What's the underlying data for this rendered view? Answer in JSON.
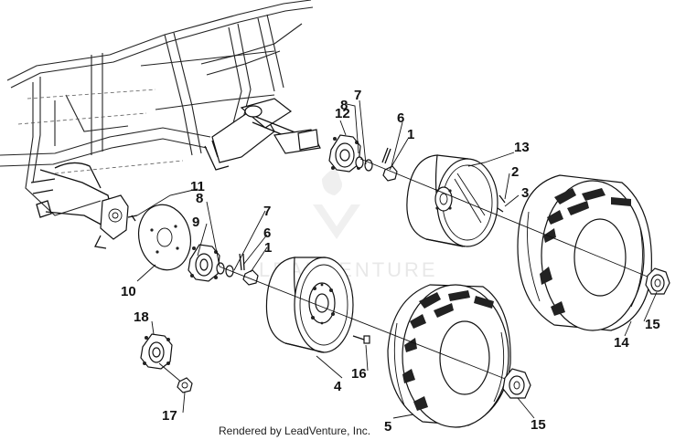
{
  "diagram": {
    "part_numbers": [
      "1",
      "2",
      "3",
      "4",
      "5",
      "6",
      "7",
      "8",
      "9",
      "10",
      "11",
      "12",
      "13",
      "14",
      "15",
      "16",
      "17",
      "18"
    ],
    "callouts": {
      "c1_upper": "1",
      "c1_lower": "1",
      "c2": "2",
      "c3": "3",
      "c4": "4",
      "c5": "5",
      "c6_upper": "6",
      "c6_lower": "6",
      "c7_upper": "7",
      "c7_lower": "7",
      "c8_upper": "8",
      "c8_lower": "8",
      "c9": "9",
      "c10": "10",
      "c11": "11",
      "c12": "12",
      "c13": "13",
      "c14": "14",
      "c15_right": "15",
      "c15_bottom": "15",
      "c16": "16",
      "c17": "17",
      "c18": "18"
    },
    "credit": "Rendered by LeadVenture, Inc.",
    "watermark": "LEADVENTURE"
  }
}
